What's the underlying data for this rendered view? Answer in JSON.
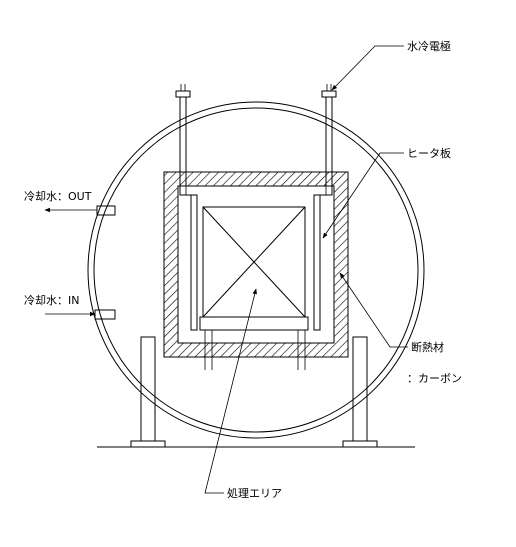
{
  "labels": {
    "electrode": "水冷電極",
    "heater": "ヒータ板",
    "coolant_out": "冷却水：OUT",
    "coolant_in": "冷却水：IN",
    "insulation": "断熱材",
    "insulation_material": "：カーボン",
    "process_area": "処理エリア"
  },
  "colors": {
    "line": "#000000",
    "background": "#ffffff"
  }
}
